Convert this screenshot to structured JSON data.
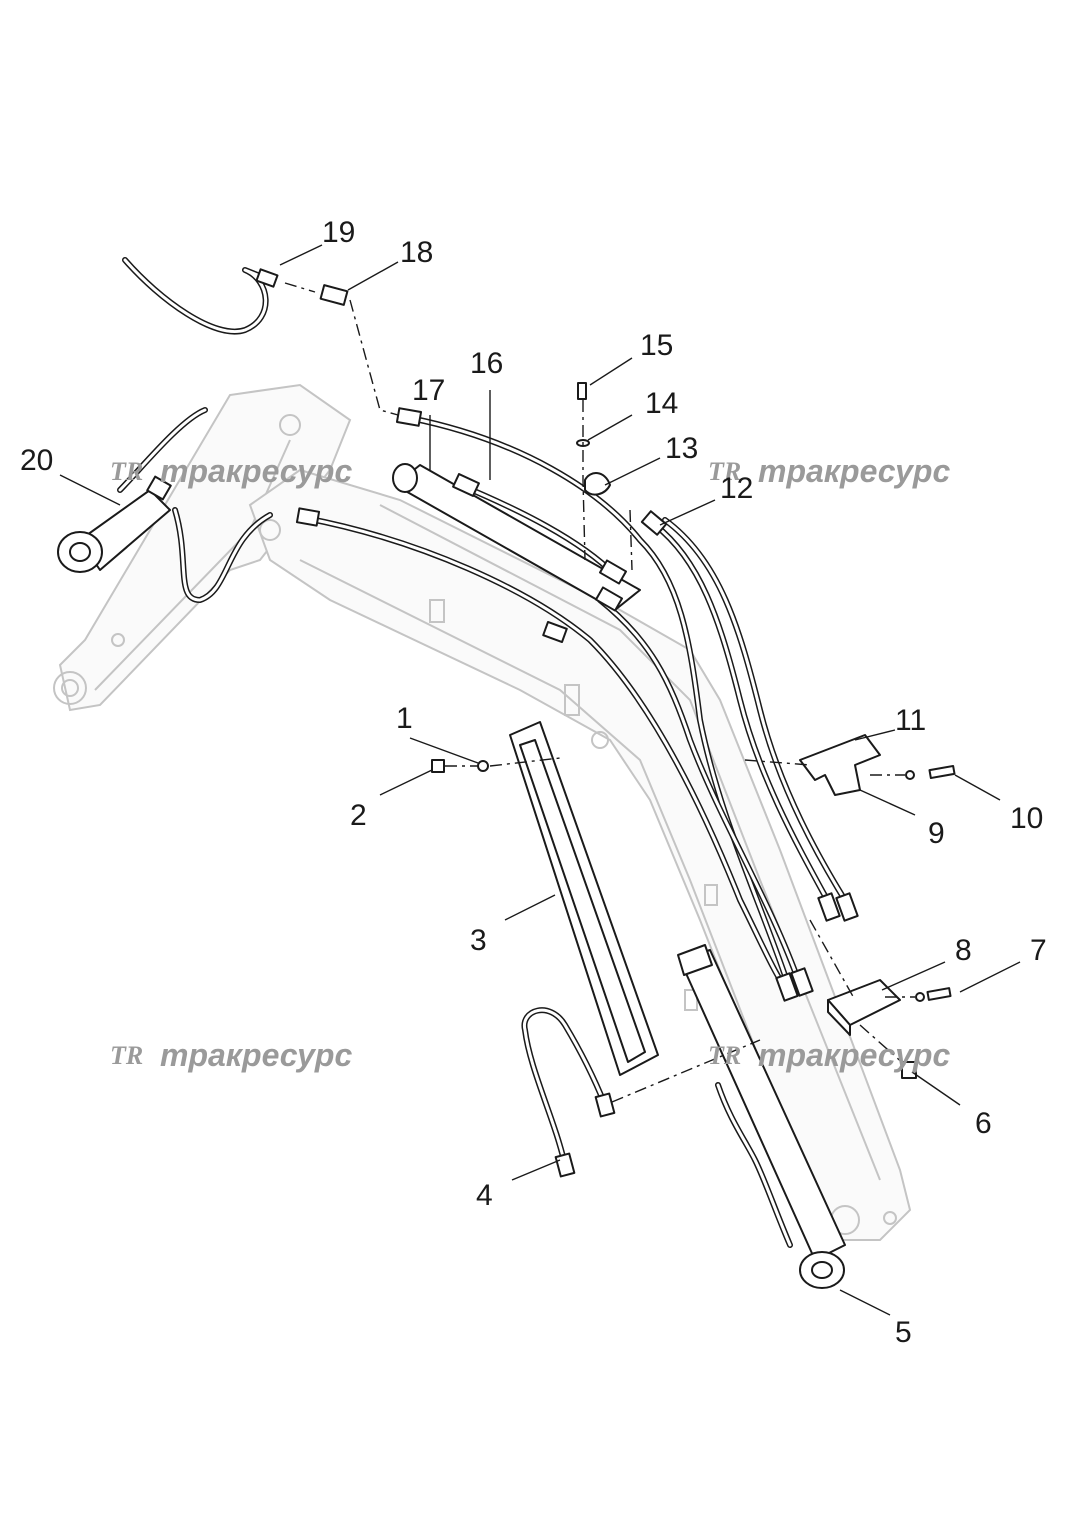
{
  "watermark": {
    "logo": "TR",
    "text": "тракресурс"
  },
  "callouts": [
    {
      "id": "1",
      "label": "1"
    },
    {
      "id": "2",
      "label": "2"
    },
    {
      "id": "3",
      "label": "3"
    },
    {
      "id": "4",
      "label": "4"
    },
    {
      "id": "5",
      "label": "5"
    },
    {
      "id": "6",
      "label": "6"
    },
    {
      "id": "7",
      "label": "7"
    },
    {
      "id": "8",
      "label": "8"
    },
    {
      "id": "9",
      "label": "9"
    },
    {
      "id": "10",
      "label": "10"
    },
    {
      "id": "11",
      "label": "11"
    },
    {
      "id": "12",
      "label": "12"
    },
    {
      "id": "13",
      "label": "13"
    },
    {
      "id": "14",
      "label": "14"
    },
    {
      "id": "15",
      "label": "15"
    },
    {
      "id": "16",
      "label": "16"
    },
    {
      "id": "17",
      "label": "17"
    },
    {
      "id": "18",
      "label": "18"
    },
    {
      "id": "19",
      "label": "19"
    },
    {
      "id": "20",
      "label": "20"
    }
  ]
}
